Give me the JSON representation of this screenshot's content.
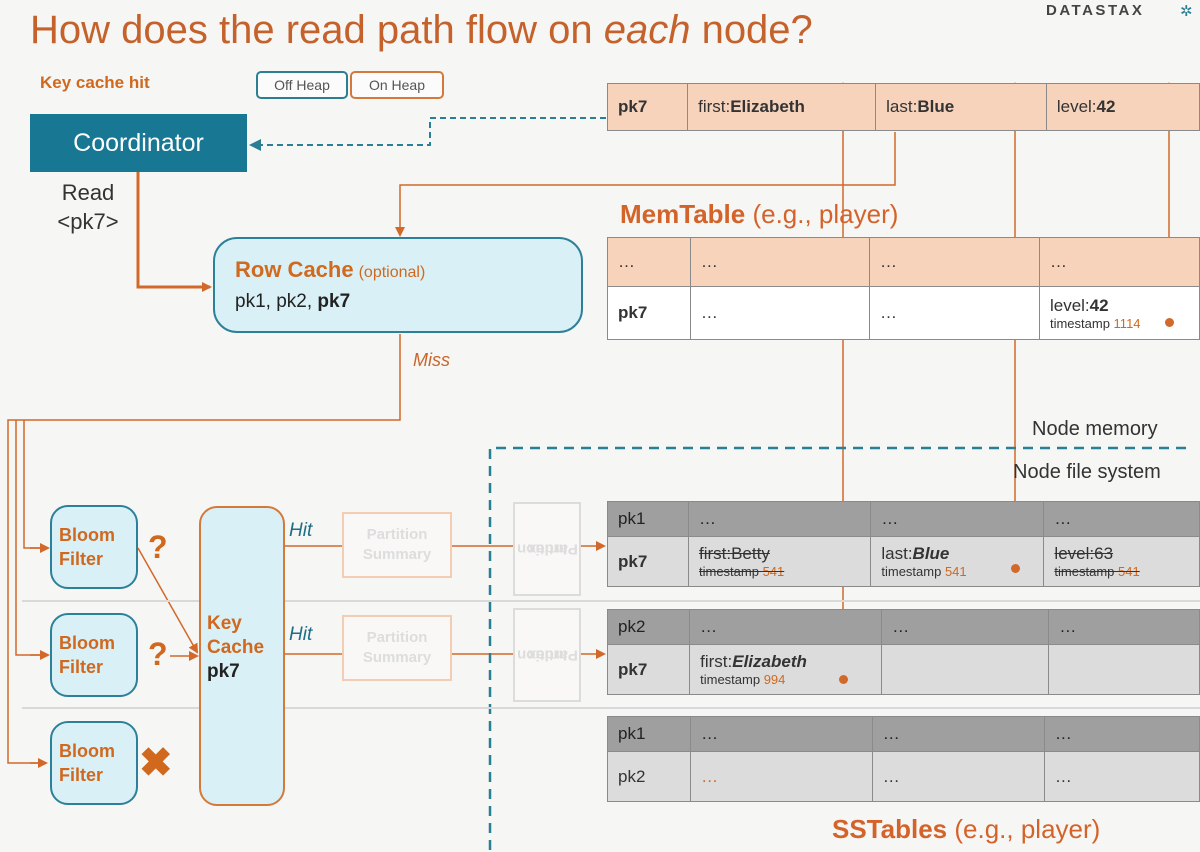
{
  "title": {
    "before": "How does the read path flow on ",
    "emphasis": "each",
    "after": " node?"
  },
  "logo": "DATASTAX",
  "key_cache_hit_label": "Key cache hit",
  "legend": {
    "off_heap": "Off Heap",
    "on_heap": "On Heap"
  },
  "coordinator": {
    "label": "Coordinator",
    "read_line1": "Read",
    "read_line2": "<pk7>"
  },
  "row_cache": {
    "title": "Row Cache",
    "note": "(optional)",
    "keys_prefix": "pk1, pk2, ",
    "keys_bold": "pk7"
  },
  "miss_label": "Miss",
  "read_row": {
    "key": "pk7",
    "first_label": "first:",
    "first_value": "Elizabeth",
    "last_label": "last:",
    "last_value": "Blue",
    "level_label": "level:",
    "level_value": "42"
  },
  "memtable": {
    "title": "MemTable",
    "subtitle": "(e.g., player)",
    "header": [
      "…",
      "…",
      "…",
      "…"
    ],
    "row": {
      "key": "pk7",
      "c1": "…",
      "c2": "…",
      "level_label": "level:",
      "level_value": "42",
      "ts_label": "timestamp ",
      "ts_value": "1114"
    }
  },
  "node_memory_label": "Node memory",
  "node_fs_label": "Node file system",
  "bloom_filters": [
    {
      "line1": "Bloom",
      "line2": "Filter",
      "result": "?"
    },
    {
      "line1": "Bloom",
      "line2": "Filter",
      "result": "?"
    },
    {
      "line1": "Bloom",
      "line2": "Filter",
      "result": "✖"
    }
  ],
  "key_cache": {
    "line1": "Key",
    "line2": "Cache",
    "line3": "pk7"
  },
  "hit_label": "Hit",
  "partition_summary": {
    "line1": "Partition",
    "line2": "Summary"
  },
  "partition_index": {
    "line1": "Partition",
    "line2": "Index"
  },
  "sstables": {
    "title": "SSTables",
    "subtitle": "(e.g., player)",
    "t1": {
      "hdr": [
        "pk1",
        "…",
        "…",
        "…"
      ],
      "key": "pk7",
      "first": "first:Betty",
      "first_ts_label": "timestamp ",
      "first_ts": "541",
      "last_label": "last:",
      "last_value": "Blue",
      "last_ts_label": "timestamp ",
      "last_ts": "541",
      "level": "level:63",
      "level_ts_label": "timestamp ",
      "level_ts": "541"
    },
    "t2": {
      "hdr": [
        "pk2",
        "…",
        "…",
        "…"
      ],
      "key": "pk7",
      "first_label": "first:",
      "first_value": "Elizabeth",
      "ts_label": "timestamp ",
      "ts": "994"
    },
    "t3": {
      "hdr": [
        "pk1",
        "…",
        "…",
        "…"
      ],
      "key": "pk2",
      "c1": "…",
      "c2": "…",
      "c3": "…"
    }
  },
  "colors": {
    "orange": "#d0681e",
    "teal": "#187793",
    "light_blue": "#daf0f7",
    "peach": "#f7d3bc",
    "grey_header": "#9f9f9f"
  }
}
